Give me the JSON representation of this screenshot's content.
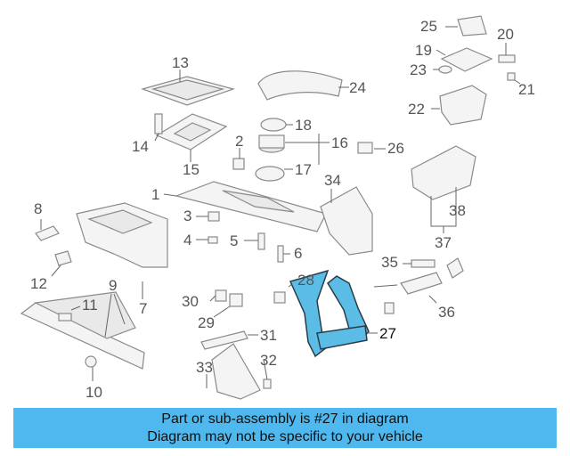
{
  "callouts": [
    "1",
    "2",
    "3",
    "4",
    "5",
    "6",
    "7",
    "8",
    "9",
    "10",
    "11",
    "12",
    "13",
    "14",
    "15",
    "16",
    "17",
    "18",
    "19",
    "20",
    "21",
    "22",
    "23",
    "24",
    "25",
    "26",
    "27",
    "28",
    "29",
    "30",
    "31",
    "32",
    "33",
    "34",
    "35",
    "36",
    "37",
    "38"
  ],
  "highlighted_part": "27",
  "banner": {
    "line1": "Part or sub-assembly is #27 in diagram",
    "line2": "Diagram may not be specific to your vehicle"
  },
  "colors": {
    "highlight": "#5bbde6",
    "banner": "#4fb8ee"
  }
}
